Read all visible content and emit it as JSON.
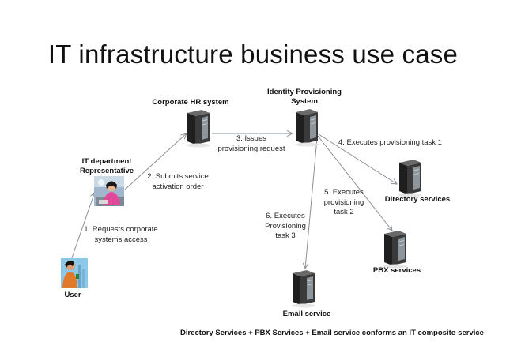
{
  "title": "IT infrastructure business use case",
  "nodes": {
    "hr": {
      "label": "Corporate HR system",
      "icon": "server-tower-icon"
    },
    "idp": {
      "label_line1": "Identity Provisioning",
      "label_line2": "System",
      "icon": "server-tower-icon"
    },
    "itrep": {
      "label_line1": "IT department",
      "label_line2": "Representative",
      "icon": "person-at-desk-icon"
    },
    "user": {
      "label": "User",
      "icon": "person-with-phone-icon"
    },
    "directory": {
      "label": "Directory services",
      "icon": "server-tower-icon"
    },
    "pbx": {
      "label": "PBX services",
      "icon": "server-tower-icon"
    },
    "email": {
      "label": "Email service",
      "icon": "server-tower-icon"
    }
  },
  "steps": {
    "s1": {
      "line1": "1. Requests corporate",
      "line2": "systems access"
    },
    "s2": {
      "line1": "2. Submits service",
      "line2": "activation order"
    },
    "s3": {
      "line1": "3. Issues",
      "line2": "provisioning request"
    },
    "s4": {
      "line1": "4. Executes provisioning task 1"
    },
    "s5": {
      "line1": "5. Executes",
      "line2": "provisioning",
      "line3": "task 2"
    },
    "s6": {
      "line1": "6. Executes",
      "line2": "Provisioning",
      "line3": "task 3"
    }
  },
  "footer": "Directory Services + PBX Services + Email service conforms an IT composite-service",
  "colors": {
    "arrow": "#8a8f96",
    "server_dark": "#2b2b2b",
    "server_mid": "#555555",
    "person_pink": "#e0489a",
    "person_orange": "#e07a2a",
    "sky": "#8ec8e8"
  }
}
